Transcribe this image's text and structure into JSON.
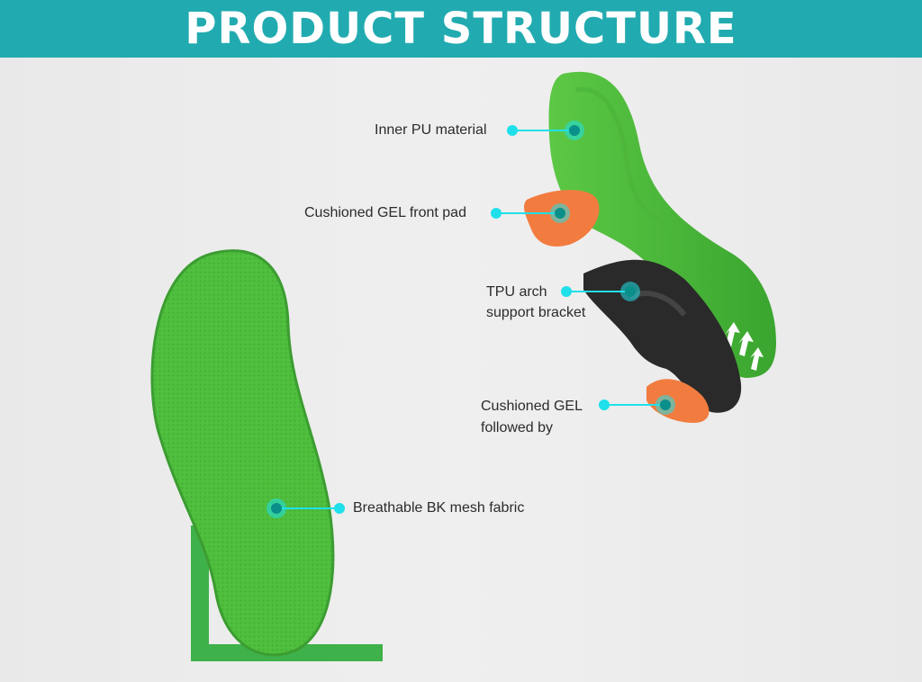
{
  "header": {
    "title": "PRODUCT STRUCTURE"
  },
  "callouts": {
    "inner_pu": "Inner PU material",
    "gel_front": "Cushioned GEL front pad",
    "tpu_line1": "TPU arch",
    "tpu_line2": "support bracket",
    "gel_heel_line1": "Cushioned GEL",
    "gel_heel_line2": "followed by",
    "mesh": "Breathable BK mesh fabric"
  },
  "colors": {
    "banner": "#21abb0",
    "insole_green": "#5ec94a",
    "accent_cyan": "#1fe0ea",
    "gel_orange": "#f27c3f",
    "tpu_black": "#2a2a2a"
  }
}
